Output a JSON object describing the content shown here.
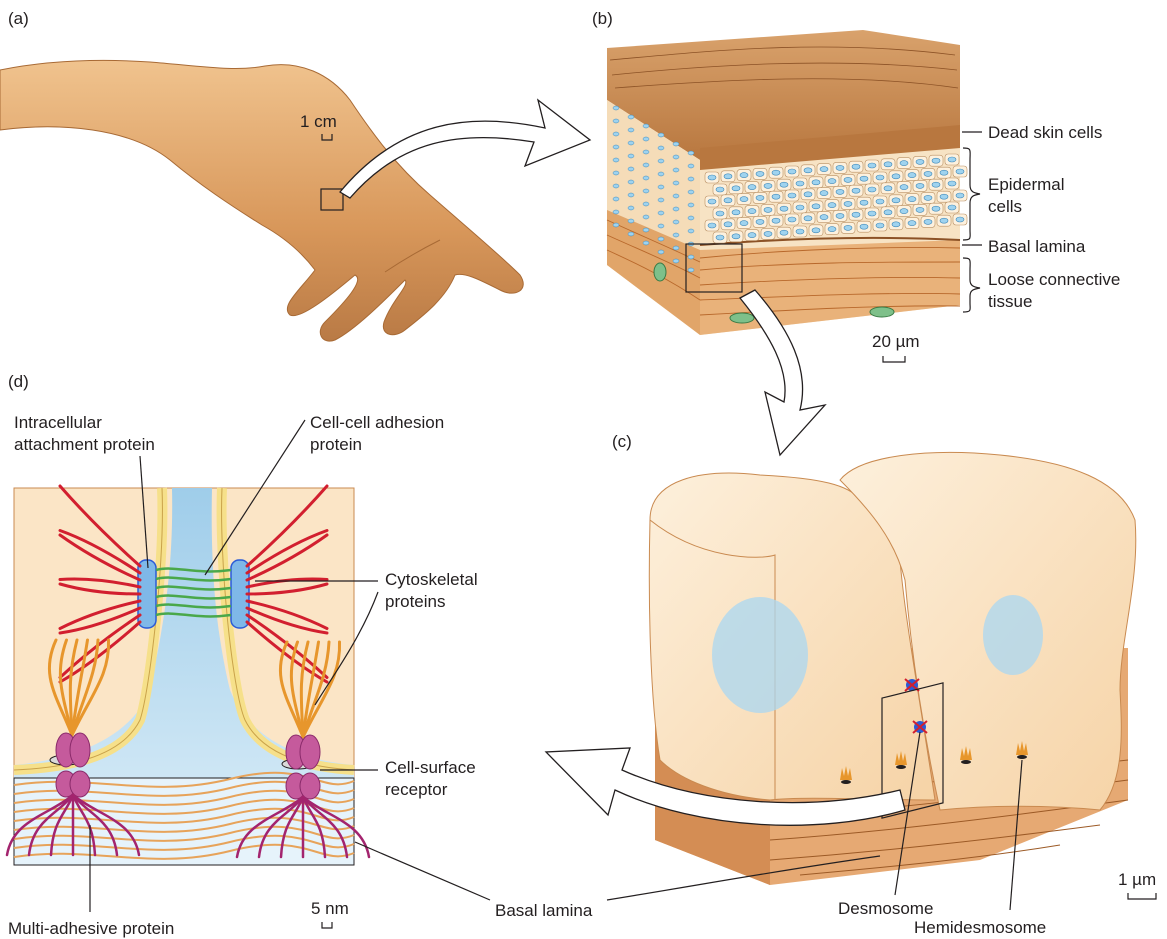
{
  "panels": {
    "a": "(a)",
    "b": "(b)",
    "c": "(c)",
    "d": "(d)"
  },
  "scale_bars": {
    "a": "1 cm",
    "b": "20 µm",
    "c": "1 µm",
    "d": "5 nm"
  },
  "labels_b": {
    "dead_skin": "Dead skin cells",
    "epidermal_1": "Epidermal",
    "epidermal_2": "cells",
    "basal_lamina": "Basal lamina",
    "connective_1": "Loose connective",
    "connective_2": "tissue"
  },
  "labels_c": {
    "desmosome": "Desmosome",
    "hemidesmosome": "Hemidesmosome",
    "basal_lamina": "Basal lamina"
  },
  "labels_d": {
    "intracellular_1": "Intracellular",
    "intracellular_2": "attachment protein",
    "adhesion_1": "Cell-cell adhesion",
    "adhesion_2": "protein",
    "cytoskeletal_1": "Cytoskeletal",
    "cytoskeletal_2": "proteins",
    "receptor_1": "Cell-surface",
    "receptor_2": "receptor",
    "multiadhesive": "Multi-adhesive protein"
  },
  "colors": {
    "skin": "#e9b77f",
    "epidermis": "#fbe7c6",
    "nucleus": "#9fd3ef",
    "connective": "#e1a569",
    "membrane": "#f6e08a",
    "fluid": "#bfe0f3",
    "actin": "#d21f2f",
    "intermediate": "#e7962c",
    "multiadhesive": "#a3246e",
    "adhesion": "#4aa84a"
  }
}
